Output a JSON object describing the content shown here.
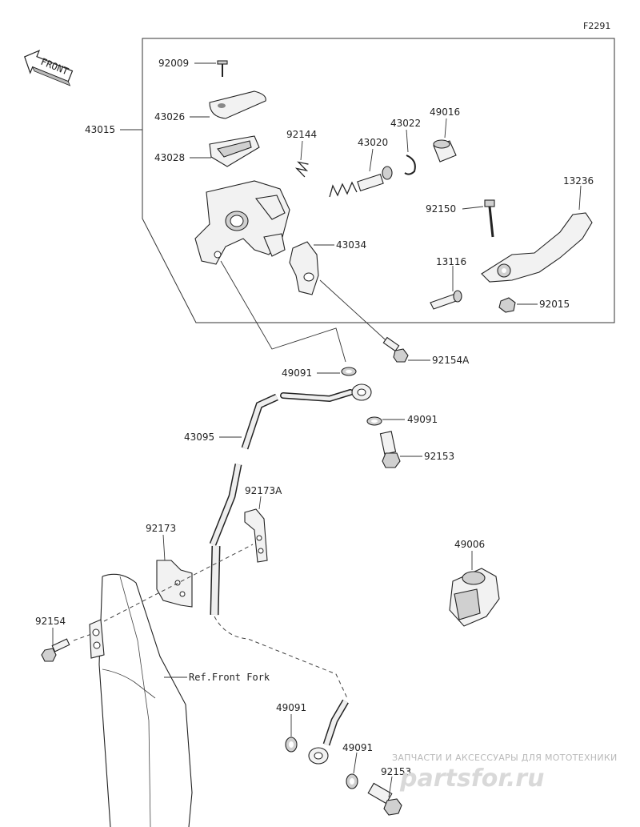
{
  "diagram_code": "F2291",
  "front_label": "FRONT",
  "parts": {
    "p92009": "92009",
    "p43026": "43026",
    "p43028": "43028",
    "p43015": "43015",
    "p92144": "92144",
    "p43020": "43020",
    "p43022": "43022",
    "p49016": "49016",
    "p13236": "13236",
    "p92150": "92150",
    "p43034": "43034",
    "p13116": "13116",
    "p92015": "92015",
    "p92154A": "92154A",
    "p49091_a": "49091",
    "p49091_b": "49091",
    "p43095": "43095",
    "p92153_a": "92153",
    "p92173A": "92173A",
    "p92173": "92173",
    "p49006": "49006",
    "p92154": "92154",
    "p49091_c": "49091",
    "p49091_d": "49091",
    "p92153_b": "92153"
  },
  "ref_front_fork": "Ref.Front Fork",
  "watermark": {
    "tagline": "ЗАПЧАСТИ И АКСЕССУАРЫ ДЛЯ МОТОТЕХНИКИ",
    "site": "partsfor.ru"
  }
}
